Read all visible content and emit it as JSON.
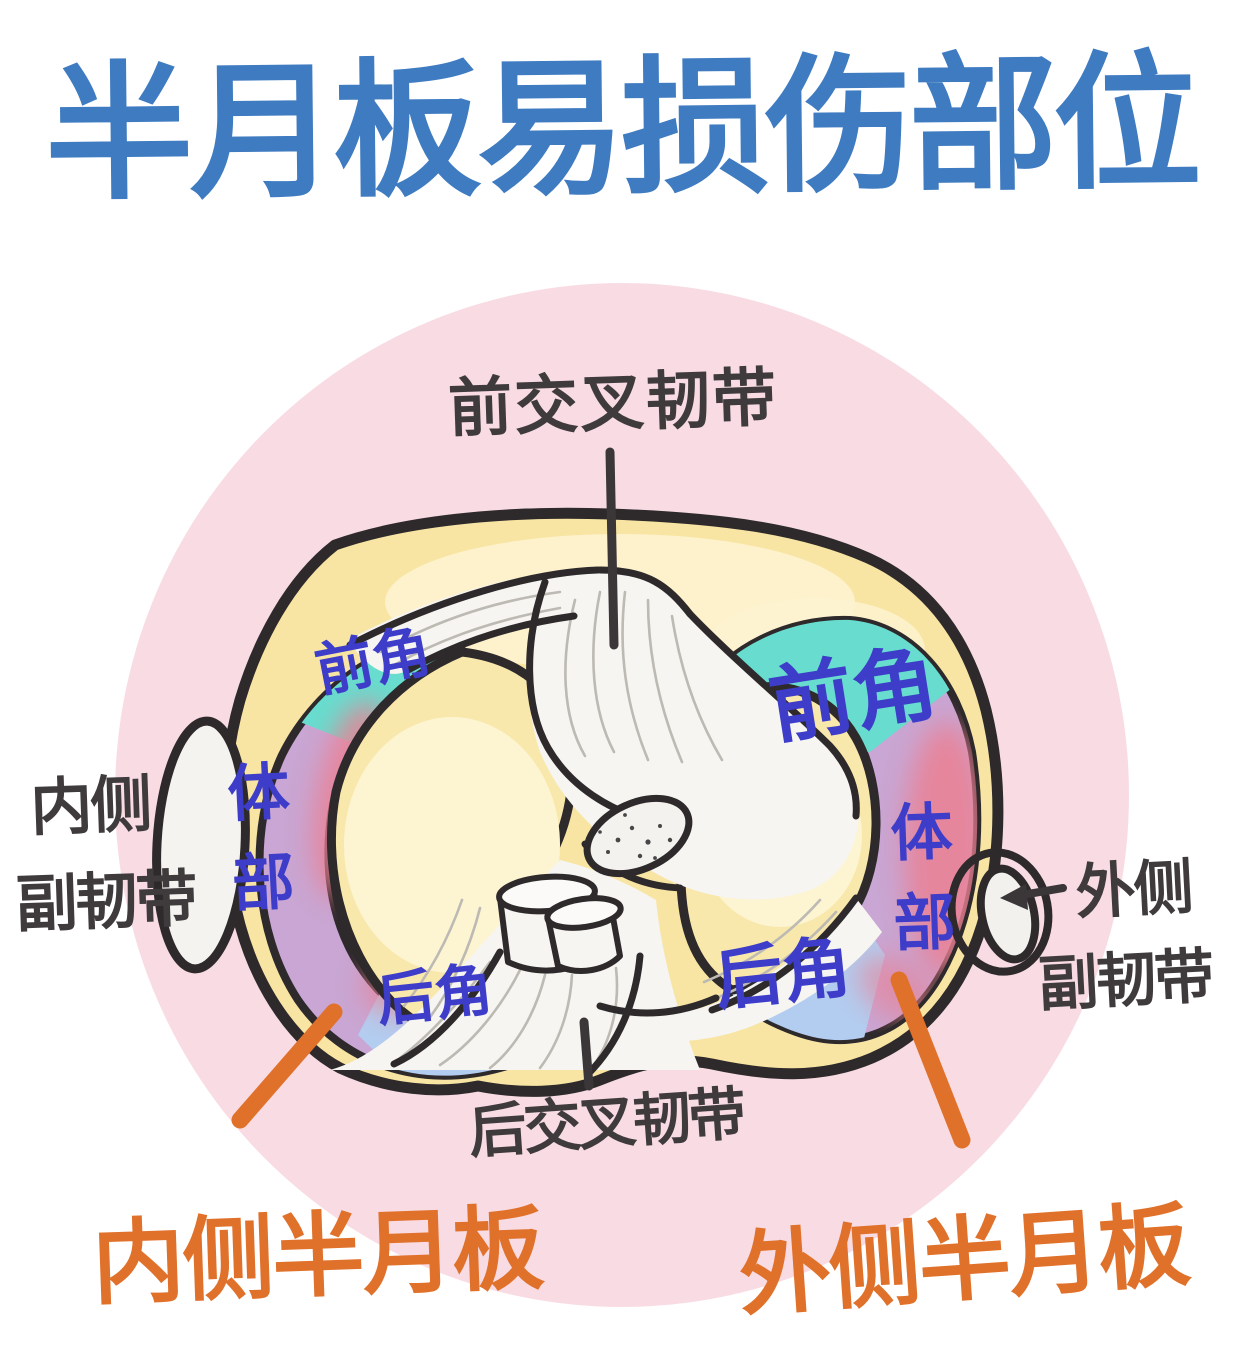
{
  "title": "半月板易损伤部位",
  "diagram": {
    "labels": {
      "acl": "前交叉韧带",
      "pcl": "后交叉韧带",
      "mcl_line1": "内侧",
      "mcl_line2": "副韧带",
      "lcl_line1": "外侧",
      "lcl_line2": "副韧带",
      "medial_meniscus": "内侧半月板",
      "lateral_meniscus": "外侧半月板",
      "anterior_horn": "前角",
      "body": "体部",
      "posterior_horn": "后角"
    },
    "colors": {
      "title_blue": "#3e7bc1",
      "label_dark": "#3f3b3d",
      "region_label_blue": "#3d3dc9",
      "meniscus_label_orange": "#e0712b",
      "background_pink": "#f9dce3",
      "plateau_yellow": "#f8e5a3",
      "plateau_light_yellow": "#fdf3d0",
      "anterior_horn_teal": "#68ddcf",
      "body_purple": "#c9a6d3",
      "posterior_horn_blue": "#b3cdf0",
      "injury_blush_red": "#eb8093",
      "ligament_white": "#f6f5f1",
      "outline_black": "#2e2a2c"
    }
  }
}
